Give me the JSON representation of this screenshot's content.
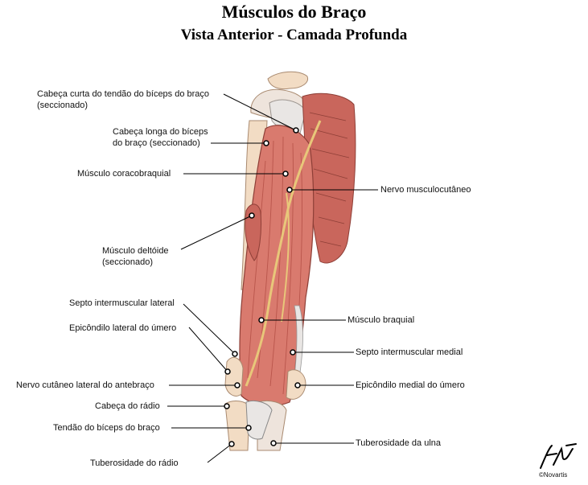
{
  "title": "Músculos do Braço",
  "subtitle": "Vista Anterior - Camada Profunda",
  "copyright": "©Novartis",
  "signature": "F. Netter",
  "colors": {
    "muscle": "#d97a6e",
    "muscle_dark": "#b9554b",
    "bone": "#f2dcc4",
    "tendon": "#e9e6e4",
    "nerve": "#e8c77a",
    "leader": "#000000"
  },
  "labels": {
    "short_head": [
      "Cabeça curta do tendão do bíceps do braço",
      "(seccionado)"
    ],
    "long_head": [
      "Cabeça longa do bíceps",
      "do braço (seccionado)"
    ],
    "coracobrachialis": [
      "Músculo coracobraquial"
    ],
    "musculocutaneous": [
      "Nervo musculocutâneo"
    ],
    "deltoid": [
      "Músculo deltóide",
      "(seccionado)"
    ],
    "lateral_septum": [
      "Septo intermuscular lateral"
    ],
    "brachialis": [
      "Músculo braquial"
    ],
    "lateral_epicondyle": [
      "Epicôndilo lateral do úmero"
    ],
    "medial_septum": [
      "Septo intermuscular medial"
    ],
    "lateral_cutaneous": [
      "Nervo cutâneo lateral do antebraço"
    ],
    "medial_epicondyle": [
      "Epicôndilo medial do úmero"
    ],
    "radius_head": [
      "Cabeça do rádio"
    ],
    "biceps_tendon": [
      "Tendão do bíceps do braço"
    ],
    "ulnar_tuberosity": [
      "Tuberosidade da ulna"
    ],
    "radial_tuberosity": [
      "Tuberosidade do rádio"
    ]
  }
}
